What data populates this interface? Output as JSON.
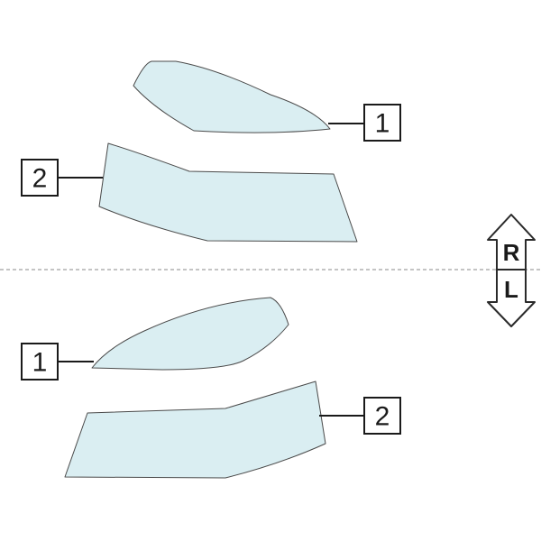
{
  "colors": {
    "glass_fill": "#daeef2",
    "outline": "#4a4a4a",
    "divider": "#8a8a8a"
  },
  "callouts": {
    "right_upper": "1",
    "right_lower": "2",
    "left_upper": "1",
    "left_lower": "2"
  },
  "side_indicator": {
    "right_label": "R",
    "left_label": "L"
  }
}
